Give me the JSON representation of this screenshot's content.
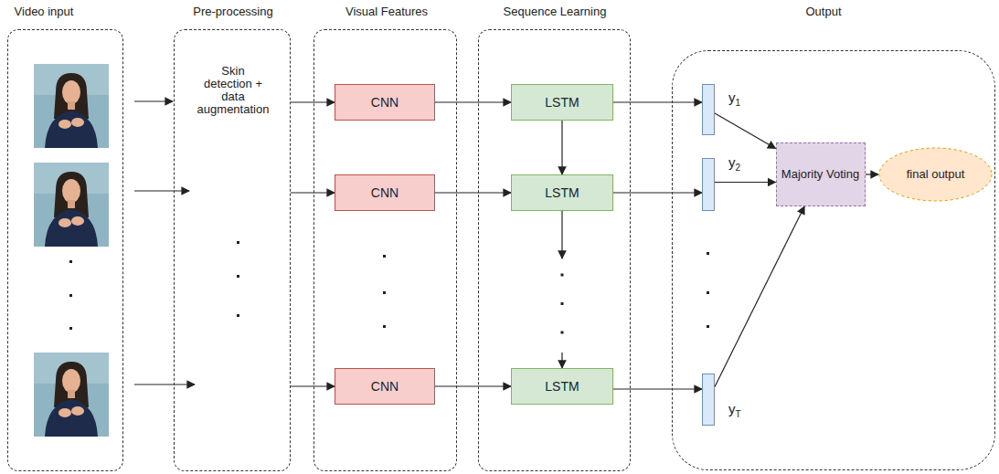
{
  "diagram": {
    "nodes": [
      {
        "text": [
          "Video input"
        ]
      },
      {
        "text": [
          "Pre-processing",
          "Skin detection + data augmentation"
        ]
      },
      {
        "text": [
          "Visual Features"
        ]
      },
      {
        "text": [
          "CNN"
        ],
        "in": 2
      },
      {
        "text": [
          "CNN"
        ],
        "in": 2
      },
      {
        "text": [
          "CNN"
        ],
        "in": 2
      },
      {
        "text": [
          "Sequence Learning"
        ]
      },
      {
        "text": [
          "LSTM"
        ],
        "in": 6
      },
      {
        "text": [
          "LSTM"
        ],
        "in": 6
      },
      {
        "text": [
          "LSTM"
        ],
        "in": 6
      },
      {
        "text": [
          "Output"
        ]
      },
      {
        "text": [
          "y1"
        ],
        "in": 10
      },
      {
        "text": [
          "y2"
        ],
        "in": 10
      },
      {
        "text": [
          "yT"
        ],
        "in": 10
      },
      {
        "text": [
          "Majority Voting"
        ],
        "in": 10
      },
      {
        "text": [
          "final output"
        ],
        "in": 10
      }
    ],
    "edges": [
      {
        "from": 1,
        "to": 3,
        "arrow": "to"
      },
      {
        "from": 1,
        "to": 4,
        "arrow": "to"
      },
      {
        "from": 1,
        "to": 5,
        "arrow": "to"
      },
      {
        "from": 3,
        "to": 7,
        "arrow": "to"
      },
      {
        "from": 4,
        "to": 8,
        "arrow": "to"
      },
      {
        "from": 5,
        "to": 9,
        "arrow": "to"
      },
      {
        "from": 7,
        "to": 8,
        "arrow": "to"
      },
      {
        "from": 8,
        "to": 9,
        "arrow": "to"
      },
      {
        "from": 7,
        "to": 11,
        "arrow": "to"
      },
      {
        "from": 8,
        "to": 12,
        "arrow": "to"
      },
      {
        "from": 9,
        "to": 13,
        "arrow": "to"
      },
      {
        "from": 11,
        "to": 14,
        "arrow": "to"
      },
      {
        "from": 12,
        "to": 14,
        "arrow": "to"
      },
      {
        "from": 13,
        "to": 14,
        "arrow": "to"
      },
      {
        "from": 14,
        "to": 15,
        "arrow": "to"
      }
    ]
  }
}
